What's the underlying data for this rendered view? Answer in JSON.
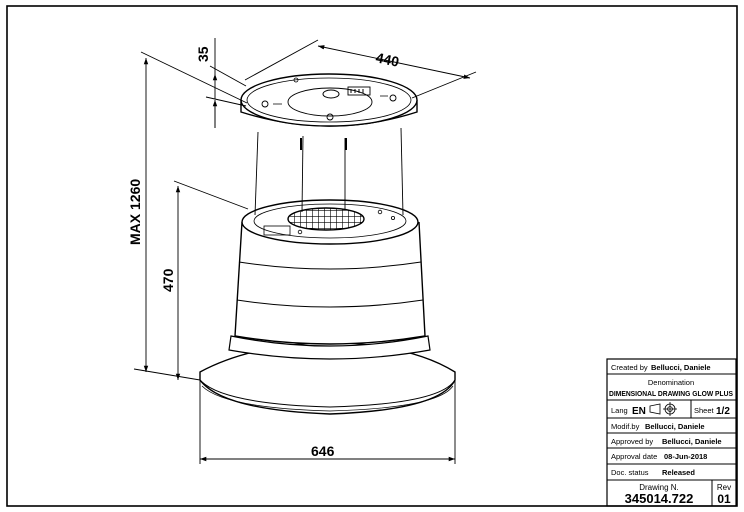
{
  "dimensions": {
    "top_thickness": "35",
    "top_width": "440",
    "max_height": "MAX 1260",
    "body_height": "470",
    "base_width": "646"
  },
  "title_block": {
    "created_label": "Created by",
    "created_value": "Bellucci, Daniele",
    "denomination_label": "Denomination",
    "denomination_value": "DIMENSIONAL DRAWING GLOW PLUS",
    "lang_label": "Lang",
    "lang_value": "EN",
    "sheet_label": "Sheet",
    "sheet_value": "1/2",
    "modif_label": "Modif.by",
    "modif_value": "Bellucci, Daniele",
    "approved_label": "Approved by",
    "approved_value": "Bellucci, Daniele",
    "approval_date_label": "Approval date",
    "approval_date_value": "08-Jun-2018",
    "doc_status_label": "Doc. status",
    "doc_status_value": "Released",
    "drawing_label": "Drawing N.",
    "drawing_value": "345014.722",
    "rev_label": "Rev",
    "rev_value": "01"
  },
  "icons": [
    "projection-symbol-icon"
  ]
}
